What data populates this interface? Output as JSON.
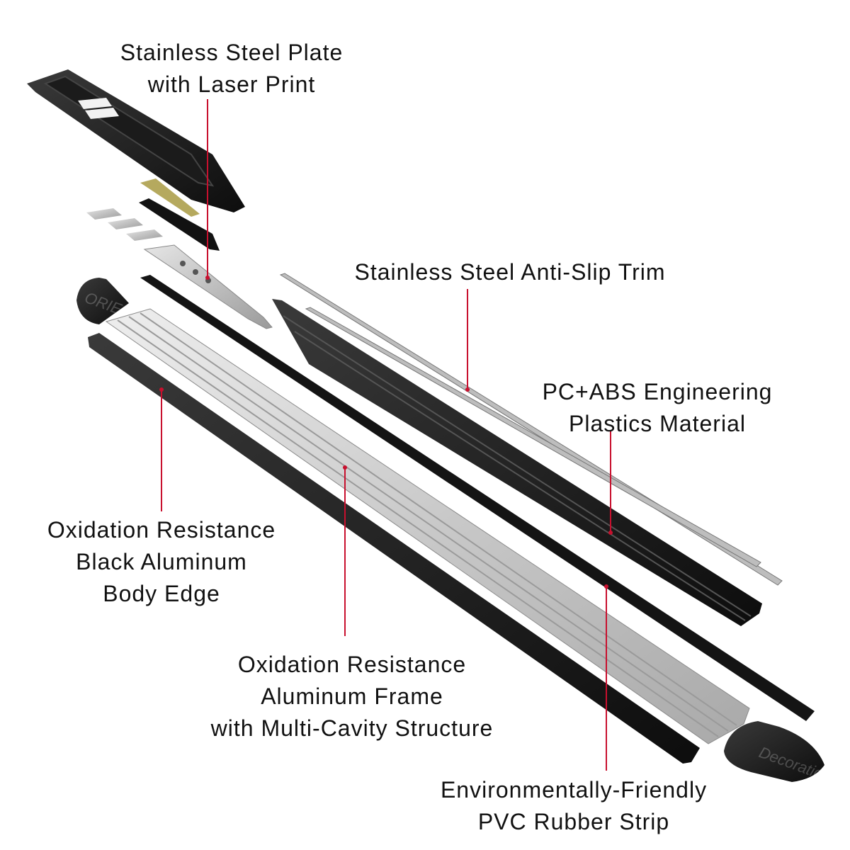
{
  "colors": {
    "leader_line": "#c8102e",
    "label_text": "#111111"
  },
  "labels": {
    "stainless_plate": {
      "line1": "Stainless Steel Plate",
      "line2": "with Laser Print"
    },
    "anti_slip_trim": {
      "line1": "Stainless Steel Anti-Slip Trim"
    },
    "pc_abs": {
      "line1": "PC+ABS Engineering",
      "line2": "Plastics Material"
    },
    "black_edge": {
      "line1": "Oxidation Resistance",
      "line2": "Black Aluminum",
      "line3": "Body Edge"
    },
    "aluminum_frame": {
      "line1": "Oxidation Resistance",
      "line2": "Aluminum Frame",
      "line3": "with Multi-Cavity Structure"
    },
    "pvc_strip": {
      "line1": "Environmentally-Friendly",
      "line2": "PVC Rubber Strip"
    }
  },
  "watermark": {
    "text1": "ORIENTAL Auto Decoration",
    "text2": "Decoration"
  }
}
